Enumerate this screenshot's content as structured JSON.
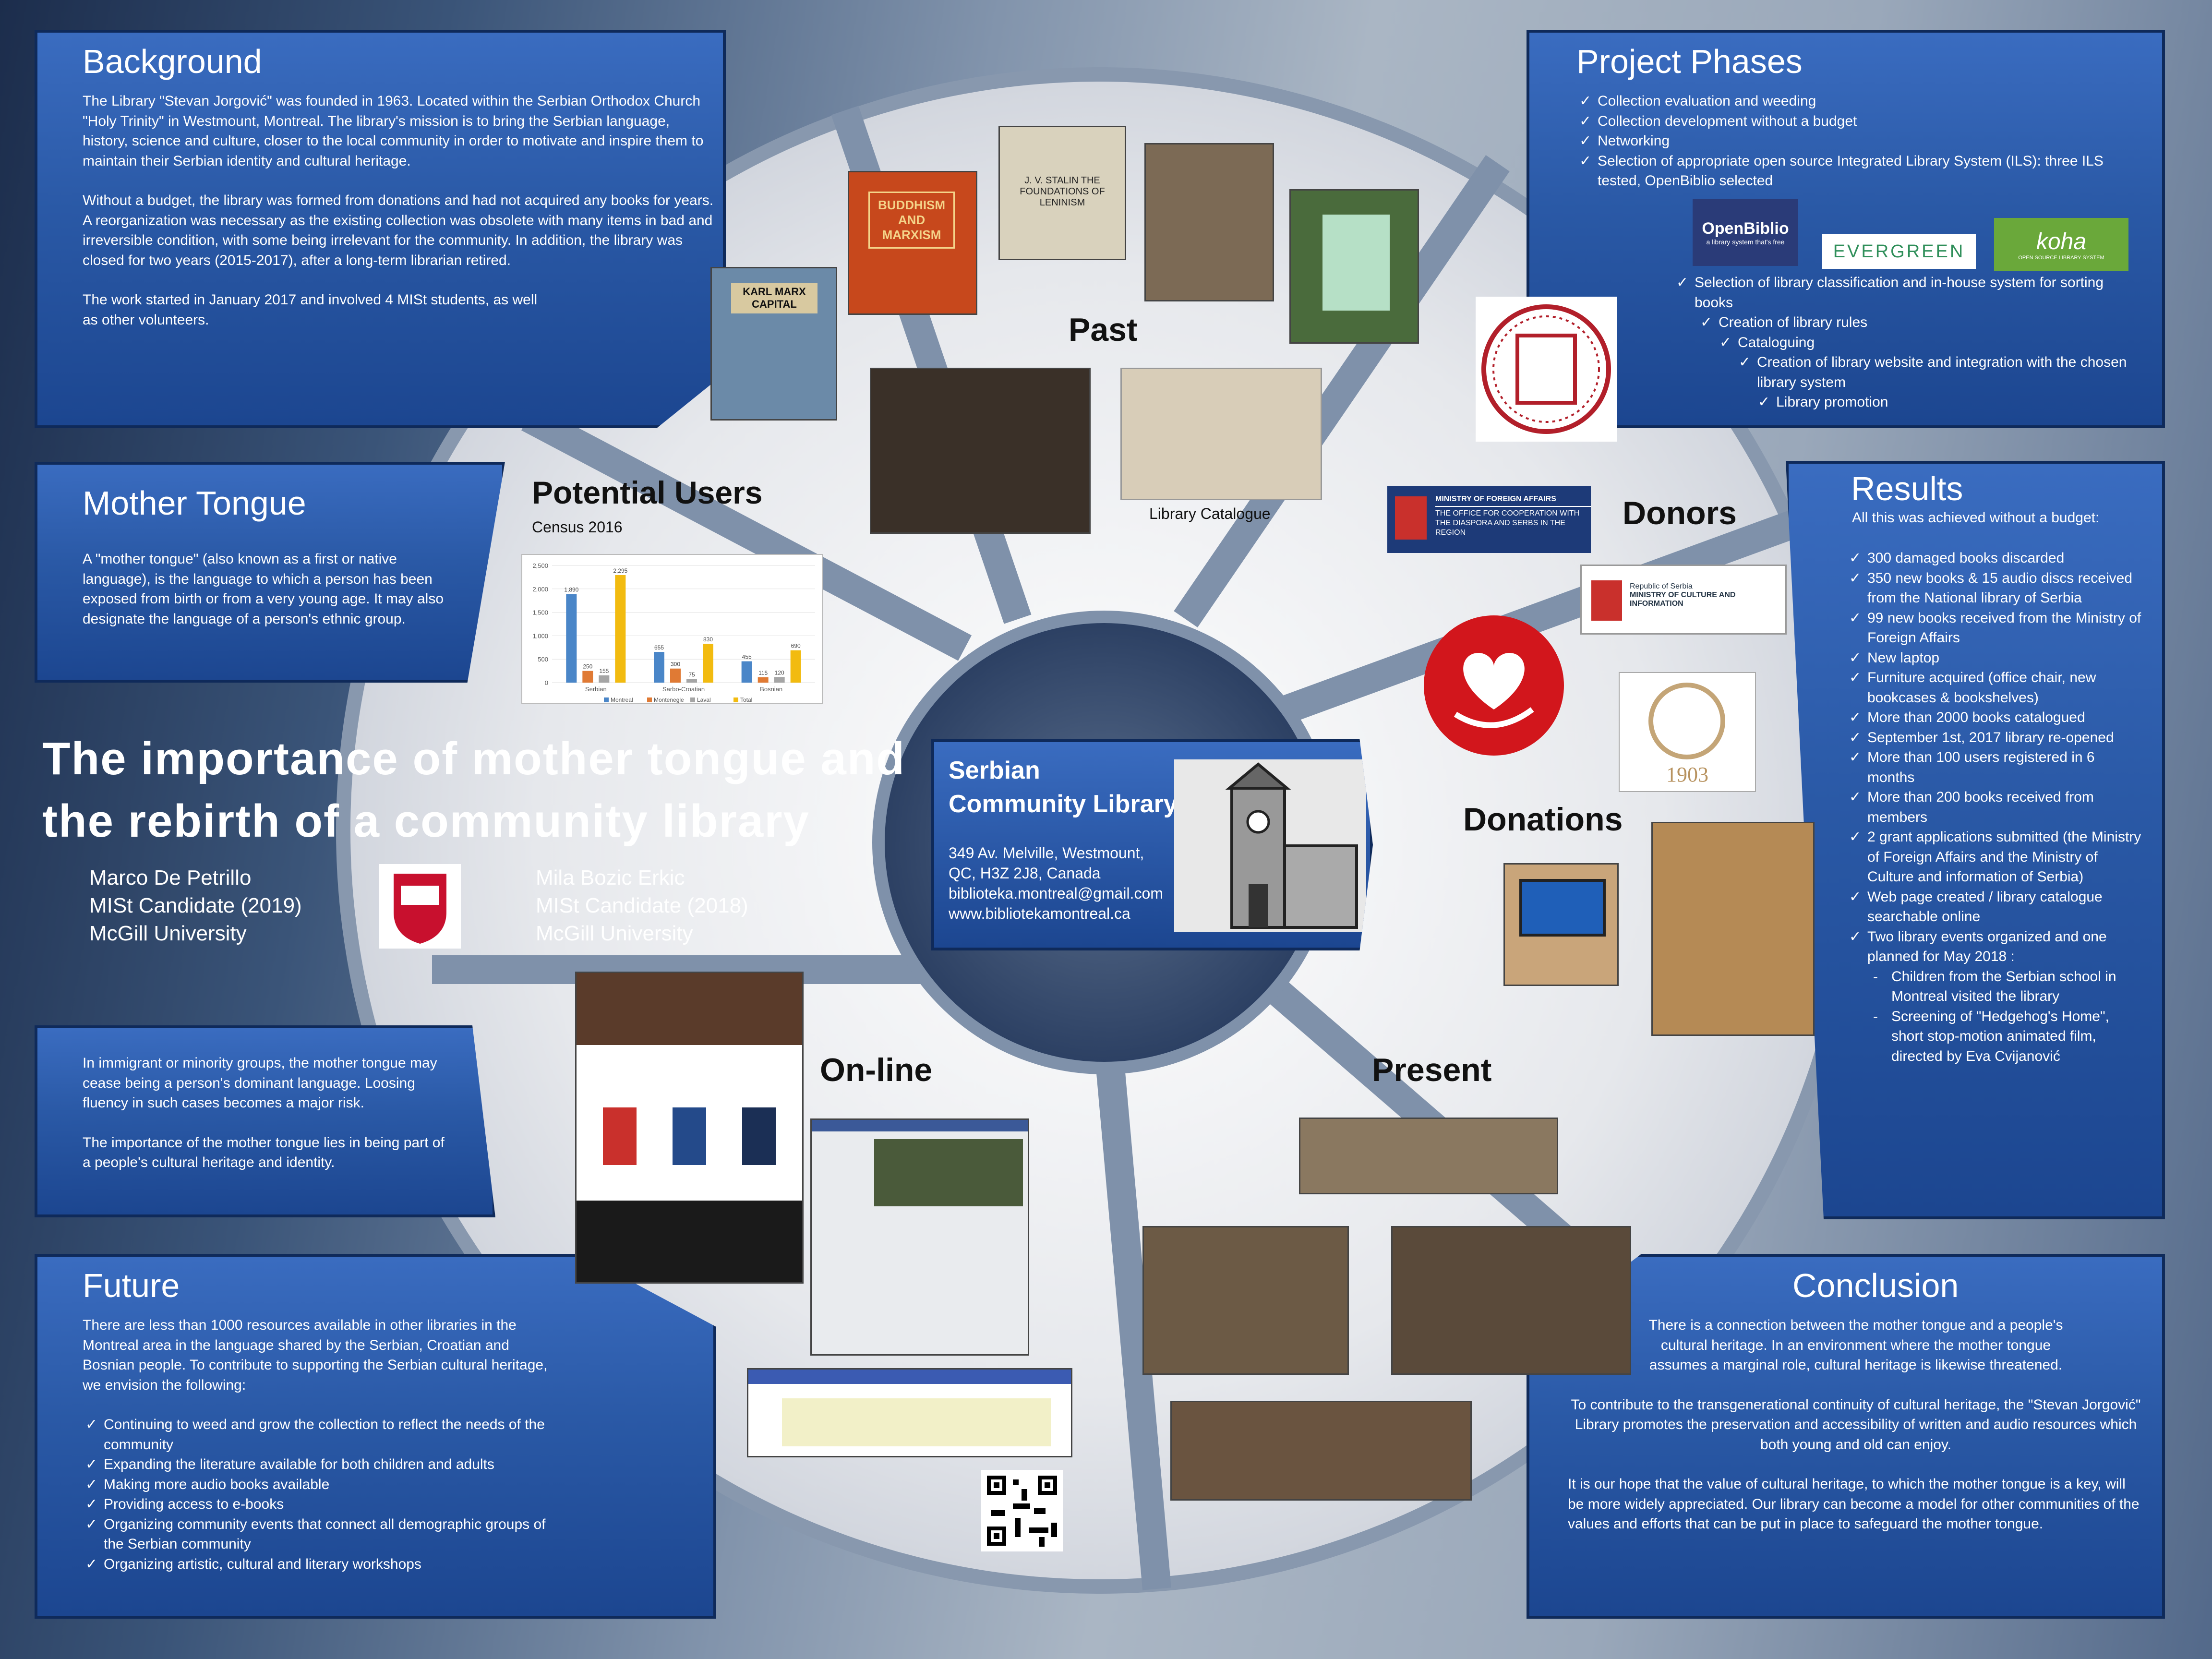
{
  "title_line1": "The importance of mother tongue and",
  "title_line2": "the rebirth of a community library",
  "author1": {
    "name": "Marco De Petrillo",
    "role": "MISt Candidate (2019)",
    "school": "McGill University"
  },
  "author2": {
    "name": "Mila Bozic Erkic",
    "role": "MISt Candidate (2018)",
    "school": "McGill University"
  },
  "library": {
    "name1": "Serbian",
    "name2": "Community Library",
    "addr1": "349 Av. Melville, Westmount,",
    "addr2": "QC, H3Z 2J8, Canada",
    "email": "biblioteka.montreal@gmail.com",
    "web": "www.bibliotekamontreal.ca"
  },
  "background": {
    "heading": "Background",
    "p1": "The Library \"Stevan Jorgović\" was founded in 1963. Located within the Serbian Orthodox Church \"Holy Trinity\" in Westmount, Montreal. The library's mission is to bring the Serbian language, history, science and culture, closer to the local community in order to motivate and inspire them to maintain their Serbian identity and cultural heritage.",
    "p2": "Without a budget, the library was formed from donations and had not acquired any books for years. A reorganization was necessary as the existing collection was obsolete with many items in bad and irreversible condition, with some being irrelevant for the community. In addition, the library was closed for two years (2015-2017), after a long-term librarian retired.",
    "p3": "The work started in January 2017 and involved 4 MISt students, as well as other volunteers."
  },
  "mother": {
    "heading": "Mother Tongue",
    "p1": "A \"mother tongue\" (also known as a first or native language), is the language to which a person has been exposed from birth or from a very young age. It may also designate the language of a person's ethnic group."
  },
  "immigrant": {
    "p1": "In immigrant or minority groups, the mother tongue may cease being a person's dominant language. Loosing fluency in such cases becomes a major risk.",
    "p2": "The importance of the mother tongue lies in being part of a people's cultural heritage and identity."
  },
  "future": {
    "heading": "Future",
    "p1": "There are less than 1000 resources available in other libraries in the Montreal area in the language shared by the Serbian, Croatian and Bosnian people. To contribute to supporting the Serbian cultural heritage, we envision the following:",
    "items": [
      "Continuing to weed and grow the collection to reflect the needs of the community",
      "Expanding the literature available for both children and adults",
      "Making more audio books available",
      "Providing access to e-books",
      "Organizing community events that connect all demographic groups of the Serbian community",
      "Organizing artistic, cultural and literary workshops"
    ]
  },
  "phases": {
    "heading": "Project Phases",
    "items": [
      "Collection evaluation and weeding",
      "Collection development without a budget",
      "Networking",
      "Selection of appropriate open source Integrated Library System (ILS): three ILS tested, OpenBiblio selected"
    ],
    "items2": [
      "Selection of library classification and in-house system for sorting books",
      "Creation of library rules",
      "Cataloguing",
      "Creation of library website and integration with the chosen library system",
      "Library promotion"
    ],
    "logo1": "OpenBiblio",
    "logo1sub": "a library system that's free",
    "logo2": "EVERGREEN",
    "logo3": "koha",
    "logo3sub": "OPEN SOURCE LIBRARY SYSTEM"
  },
  "results": {
    "heading": "Results",
    "intro": "All this was achieved without a budget:",
    "items": [
      "300 damaged books discarded",
      "350 new books & 15 audio discs received from the National library of Serbia",
      "99 new books received from the Ministry of Foreign Affairs",
      "New laptop",
      "Furniture acquired (office chair, new bookcases & bookshelves)",
      "More than 2000 books catalogued",
      "September 1st, 2017 library re-opened",
      "More than 100 users registered in 6 months",
      "More than 200 books received from members",
      "2 grant applications submitted (the Ministry of Foreign Affairs and the Ministry of Culture and information of Serbia)",
      "Web page created / library catalogue searchable online",
      "Two library events organized and one planned for May 2018 :"
    ],
    "subitems": [
      "Children from the Serbian school in Montreal visited the library",
      "Screening of \"Hedgehog's Home\", short stop-motion animated film, directed by Eva Cvijanović"
    ]
  },
  "conclusion": {
    "heading": "Conclusion",
    "p1": "There is a connection between the mother tongue and a people's cultural heritage. In an environment where the mother tongue assumes a marginal role, cultural heritage is likewise threatened.",
    "p2": "To contribute to the transgenerational continuity of cultural heritage, the \"Stevan Jorgović\" Library promotes the preservation and accessibility of written and audio resources which both young and old can enjoy.",
    "p3": "It is our hope that the value of cultural heritage, to which the mother tongue is a key, will be more widely appreciated. Our library can become a model for other communities of the values and efforts that can be put in place to safeguard the mother tongue."
  },
  "segments": {
    "past": "Past",
    "donors": "Donors",
    "donations": "Donations",
    "present": "Present",
    "online": "On-line",
    "users": "Potential Users",
    "census": "Census 2016",
    "catalogue": "Library Catalogue"
  },
  "books": {
    "b1": "KARL MARX CAPITAL",
    "b2": "BUDDHISM AND MARXISM",
    "b3": "J. V. STALIN THE FOUNDATIONS OF LENINISM"
  },
  "logos": {
    "mfa1": "MINISTRY OF FOREIGN AFFAIRS",
    "mfa2": "THE OFFICE FOR COOPERATION WITH THE DIASPORA AND SERBS IN THE REGION",
    "moc1": "Republic of Serbia",
    "moc2": "MINISTRY OF CULTURE AND INFORMATION",
    "year": "1903"
  },
  "chart_data": {
    "type": "bar",
    "categories": [
      "Serbian",
      "Sarbo-Croatian",
      "Bosnian"
    ],
    "series": [
      {
        "name": "Montreal",
        "values": [
          1890,
          655,
          455
        ],
        "color": "#4a86c8"
      },
      {
        "name": "Montenegle",
        "values": [
          250,
          300,
          115
        ],
        "color": "#e07a34"
      },
      {
        "name": "Laval",
        "values": [
          155,
          75,
          120
        ],
        "color": "#a5a5a5"
      },
      {
        "name": "Total",
        "values": [
          2295,
          830,
          690
        ],
        "color": "#f2bb10"
      }
    ],
    "ylim": [
      0,
      2500
    ],
    "yticks": [
      0,
      500,
      "1,000",
      "1,500",
      "2,000",
      "2,500"
    ],
    "value_labels": [
      [
        "1,890",
        "250",
        "155",
        "2,295"
      ],
      [
        "655",
        "300",
        "75",
        "830"
      ],
      [
        "455",
        "115",
        "120",
        "690"
      ]
    ],
    "legend_position": "bottom"
  }
}
